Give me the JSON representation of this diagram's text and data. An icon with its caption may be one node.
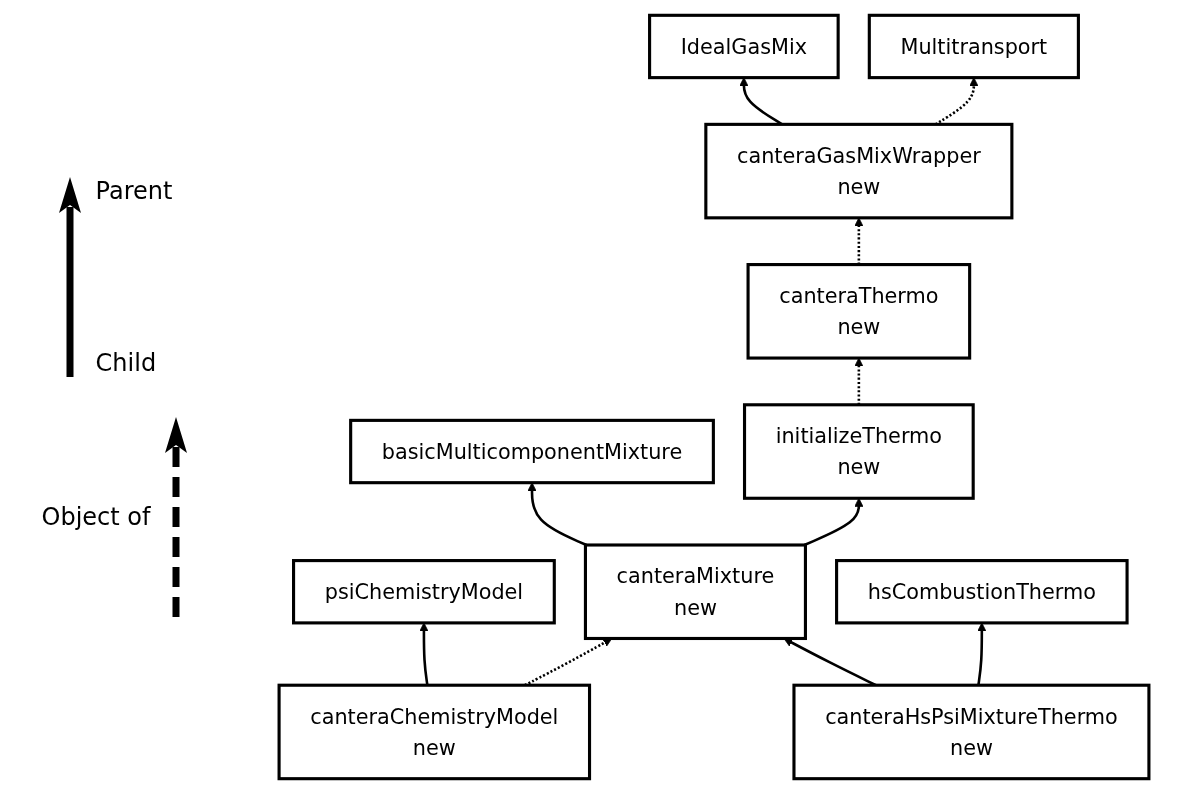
{
  "diagram": {
    "nodes": [
      {
        "text": [
          "IdealGasMix"
        ]
      },
      {
        "text": [
          "Multitransport"
        ]
      },
      {
        "text": [
          "canteraGasMixWrapper",
          "new"
        ]
      },
      {
        "text": [
          "canteraThermo",
          "new"
        ]
      },
      {
        "text": [
          "basicMulticomponentMixture"
        ]
      },
      {
        "text": [
          "initializeThermo",
          "new"
        ]
      },
      {
        "text": [
          "psiChemistryModel"
        ]
      },
      {
        "text": [
          "canteraMixture",
          "new"
        ]
      },
      {
        "text": [
          "hsCombustionThermo"
        ]
      },
      {
        "text": [
          "canteraChemistryModel",
          "new"
        ]
      },
      {
        "text": [
          "canteraHsPsiMixtureThermo",
          "new"
        ]
      }
    ],
    "edges": [
      {
        "from": 2,
        "to": 0,
        "arrow": "to"
      },
      {
        "from": 2,
        "to": 1,
        "arrow": "to",
        "style": "dashed"
      },
      {
        "from": 3,
        "to": 2,
        "arrow": "to",
        "style": "dashed"
      },
      {
        "from": 5,
        "to": 3,
        "arrow": "to",
        "style": "dashed"
      },
      {
        "from": 7,
        "to": 4,
        "arrow": "to"
      },
      {
        "from": 7,
        "to": 5,
        "arrow": "to"
      },
      {
        "from": 9,
        "to": 6,
        "arrow": "to"
      },
      {
        "from": 9,
        "to": 7,
        "arrow": "to",
        "style": "dashed"
      },
      {
        "from": 10,
        "to": 7,
        "arrow": "to"
      },
      {
        "from": 10,
        "to": 8,
        "arrow": "to"
      }
    ],
    "legend": [
      {
        "text": "Parent"
      },
      {
        "text": "Child"
      },
      {
        "text": "Object of"
      }
    ]
  }
}
